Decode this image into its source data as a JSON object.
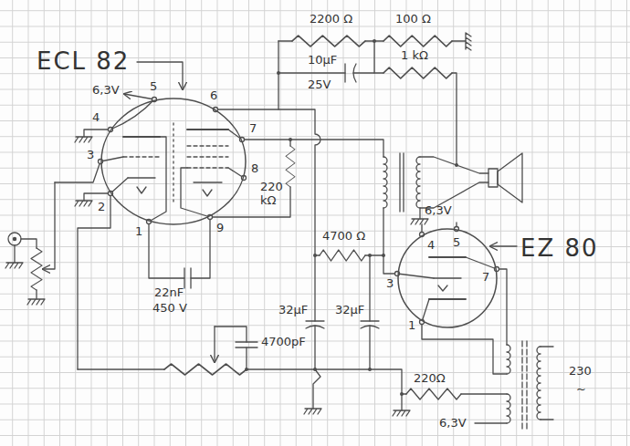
{
  "diagram": {
    "nodes": [
      {
        "text": [
          "ECL 82"
        ]
      },
      {
        "text": [
          "EZ 80"
        ]
      }
    ],
    "labels": [
      "6,3V",
      "5",
      "6",
      "4",
      "7",
      "3",
      "8",
      "220 kΩ",
      "2",
      "1",
      "9",
      "2200 Ω",
      "100 Ω",
      "10µF",
      "25V",
      "1 kΩ",
      "4700 Ω",
      "6,3V",
      "4",
      "5",
      "3",
      "7",
      "1",
      "22nF",
      "450 V",
      "32µF",
      "32µF",
      "4700pF",
      "220Ω",
      "6,3V",
      "230",
      "~"
    ]
  }
}
